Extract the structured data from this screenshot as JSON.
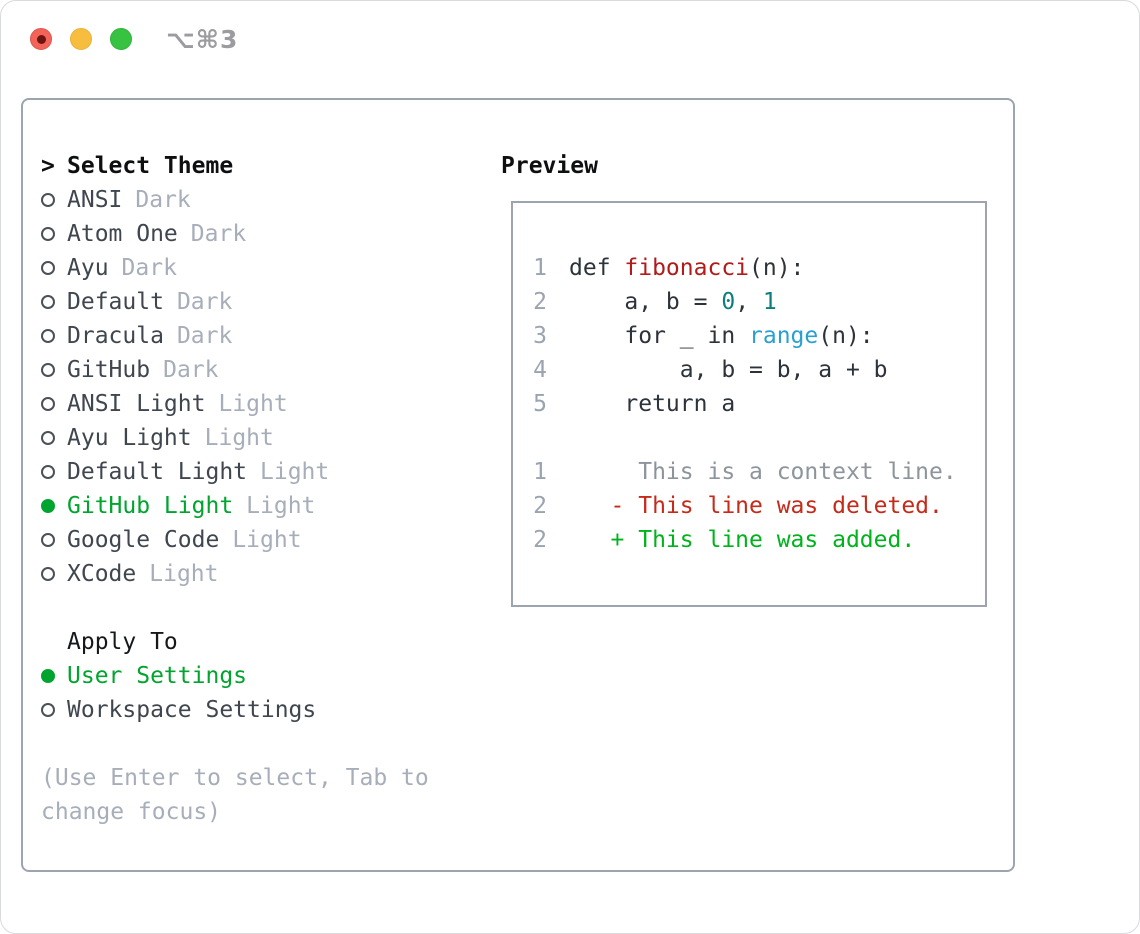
{
  "window": {
    "title": "⌥⌘3"
  },
  "theme_section": {
    "prompt": ">",
    "title": "Select Theme",
    "items": [
      {
        "name": "ANSI",
        "variant": "Dark",
        "selected": false
      },
      {
        "name": "Atom One",
        "variant": "Dark",
        "selected": false
      },
      {
        "name": "Ayu",
        "variant": "Dark",
        "selected": false
      },
      {
        "name": "Default",
        "variant": "Dark",
        "selected": false
      },
      {
        "name": "Dracula",
        "variant": "Dark",
        "selected": false
      },
      {
        "name": "GitHub",
        "variant": "Dark",
        "selected": false
      },
      {
        "name": "ANSI Light",
        "variant": "Light",
        "selected": false
      },
      {
        "name": "Ayu Light",
        "variant": "Light",
        "selected": false
      },
      {
        "name": "Default Light",
        "variant": "Light",
        "selected": false
      },
      {
        "name": "GitHub Light",
        "variant": "Light",
        "selected": true
      },
      {
        "name": "Google Code",
        "variant": "Light",
        "selected": false
      },
      {
        "name": "XCode",
        "variant": "Light",
        "selected": false
      }
    ]
  },
  "apply_section": {
    "title": "Apply To",
    "items": [
      {
        "label": "User Settings",
        "selected": true
      },
      {
        "label": "Workspace Settings",
        "selected": false
      }
    ]
  },
  "footer": {
    "hint": "(Use Enter to select, Tab to change focus)"
  },
  "preview": {
    "title": "Preview",
    "lines": [
      {
        "num": "",
        "segments": []
      },
      {
        "num": "1",
        "segments": [
          {
            "text": "def ",
            "color": "code"
          },
          {
            "text": "fibonacci",
            "color": "function"
          },
          {
            "text": "(n):",
            "color": "code"
          }
        ]
      },
      {
        "num": "2",
        "segments": [
          {
            "text": "    a, b = ",
            "color": "code"
          },
          {
            "text": "0",
            "color": "number"
          },
          {
            "text": ", ",
            "color": "code"
          },
          {
            "text": "1",
            "color": "number"
          }
        ]
      },
      {
        "num": "3",
        "segments": [
          {
            "text": "    for _ in ",
            "color": "code"
          },
          {
            "text": "range",
            "color": "builtin"
          },
          {
            "text": "(n):",
            "color": "code"
          }
        ]
      },
      {
        "num": "4",
        "segments": [
          {
            "text": "        a, b = b, a + b",
            "color": "code"
          }
        ]
      },
      {
        "num": "5",
        "segments": [
          {
            "text": "    return a",
            "color": "code"
          }
        ]
      },
      {
        "num": "",
        "segments": []
      },
      {
        "num": "1",
        "segments": [
          {
            "text": "     This is a context line.",
            "color": "context"
          }
        ]
      },
      {
        "num": "2",
        "segments": [
          {
            "text": "   - This line was deleted.",
            "color": "deleted"
          }
        ]
      },
      {
        "num": "2",
        "segments": [
          {
            "text": "   + This line was added.",
            "color": "added"
          }
        ]
      },
      {
        "num": "",
        "segments": []
      }
    ]
  },
  "colors": {
    "accent_green": "#00a42e",
    "code": "#2d333a",
    "function": "#b01b1b",
    "number": "#0e7d7d",
    "builtin": "#2ba0d0",
    "context": "#8d949c",
    "deleted": "#c52a1a",
    "added": "#00b31c",
    "gutter": "#9aa3b0",
    "muted": "#a7aeb9",
    "panel_border": "#9ca4af"
  }
}
